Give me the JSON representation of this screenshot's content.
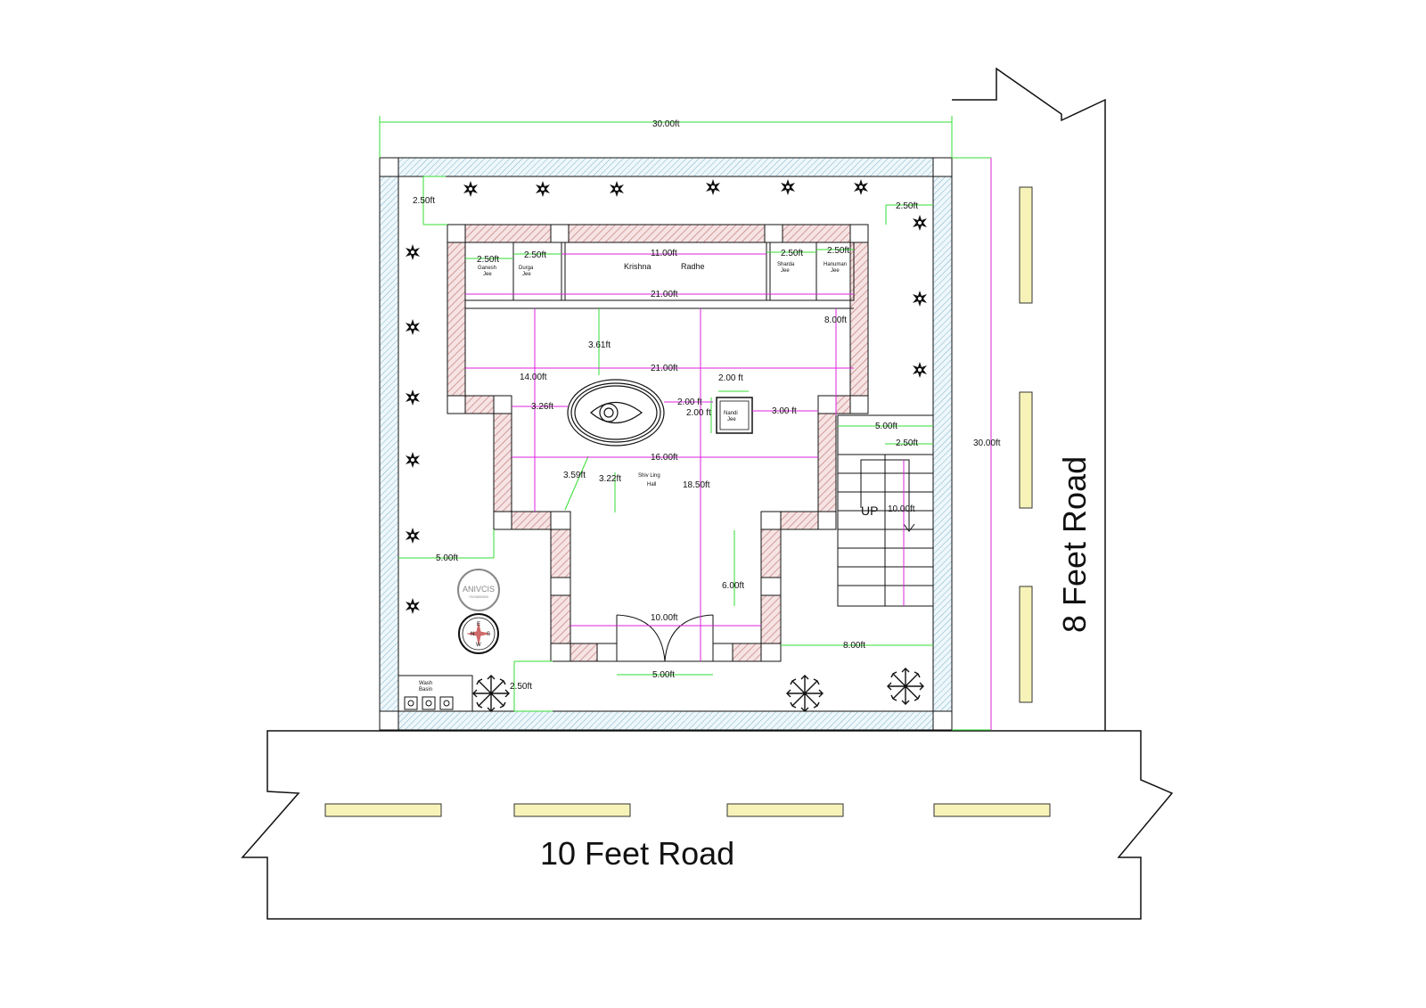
{
  "dimensions": {
    "top_width": "30.00ft",
    "right_depth": "30.00ft",
    "top_setback": "2.50ft",
    "right_setback": "2.50ft",
    "shrine_ganesh_w": "2.50ft",
    "shrine_durga_w": "2.50ft",
    "shrine_main_w": "11.00ft",
    "shrine_sharda_w": "2.50ft",
    "shrine_hanuman_w": "2.50ft",
    "shrine_total_w": "21.00ft",
    "shrine_depth": "8.00ft",
    "hall_width": "21.00ft",
    "hall_top_gap": "3.61ft",
    "hall_left_height": "14.00ft",
    "linga_left_gap": "3.26ft",
    "linga_to_nandi": "2.00 ft",
    "nandi_w": "2.00 ft",
    "nandi_h": "2.00 ft",
    "nandi_right_gap": "3.00 ft",
    "hall_mid_width": "16.00ft",
    "linga_diag": "3.59ft",
    "linga_bottom_gap": "3.22ft",
    "hall_total_height": "18.50ft",
    "stair_width": "5.00ft",
    "stair_gap": "2.50ft",
    "stair_length": "10.00ft",
    "left_setback": "5.00ft",
    "porch_height": "6.00ft",
    "porch_width": "10.00ft",
    "right_porch_gap": "8.00ft",
    "door_width": "5.00ft",
    "bottom_setback": "2.50ft"
  },
  "labels": {
    "ganesh": "Ganesh",
    "ganesh2": "Jee",
    "durga": "Durga",
    "durga2": "Jee",
    "krishna": "Krishna",
    "radhe": "Radhe",
    "sharda": "Sharda",
    "sharda2": "Jee",
    "hanuman": "Hanuman",
    "hanuman2": "Jee",
    "nandi": "Nandi",
    "nandi2": "Jee",
    "hall1": "Shiv Ling",
    "hall2": "Hall",
    "stairs_up": "UP",
    "wash1": "Wash",
    "wash2": "Basin",
    "logo": "ANIVCIS",
    "logo_sub": "7903656500",
    "compass_n": "N",
    "compass_s": "S",
    "compass_e": "E",
    "compass_w": "W"
  },
  "roads": {
    "bottom": "10 Feet Road",
    "right": "8 Feet Road"
  },
  "colors": {
    "wall_hatch": "#c98a8a",
    "boundary_hatch": "#7fb3c9",
    "dim_green": "#33dd33",
    "dim_magenta": "#dd22dd",
    "road_mark": "#f7f3b8"
  }
}
